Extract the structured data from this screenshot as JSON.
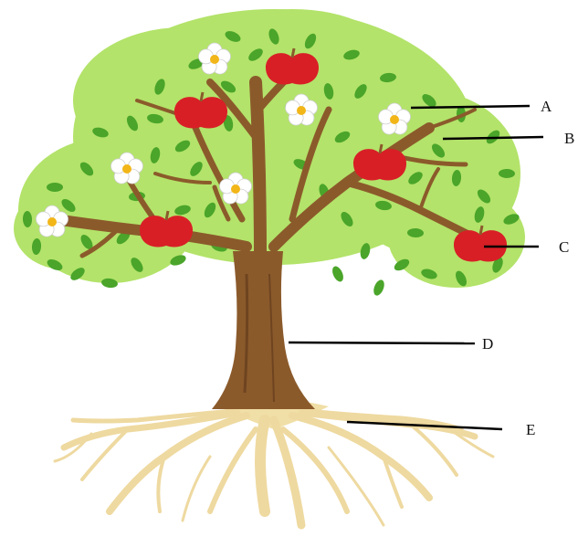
{
  "labels": {
    "a": "A",
    "b": "B",
    "c": "C",
    "d": "D",
    "e": "E"
  },
  "colors": {
    "canopy": "#b3e36a",
    "leaf": "#4aa52a",
    "trunk": "#8b5a2b",
    "trunk_dark": "#6e4420",
    "apple": "#d81f26",
    "flower_petal": "#ffffff",
    "flower_center": "#f2b619",
    "roots": "#eed9a0",
    "soil": "#f0dfa6",
    "pointer_line": "#000000"
  },
  "icons": {
    "apple": "apple-icon",
    "flower": "flower-icon",
    "leaf": "leaf-icon"
  }
}
